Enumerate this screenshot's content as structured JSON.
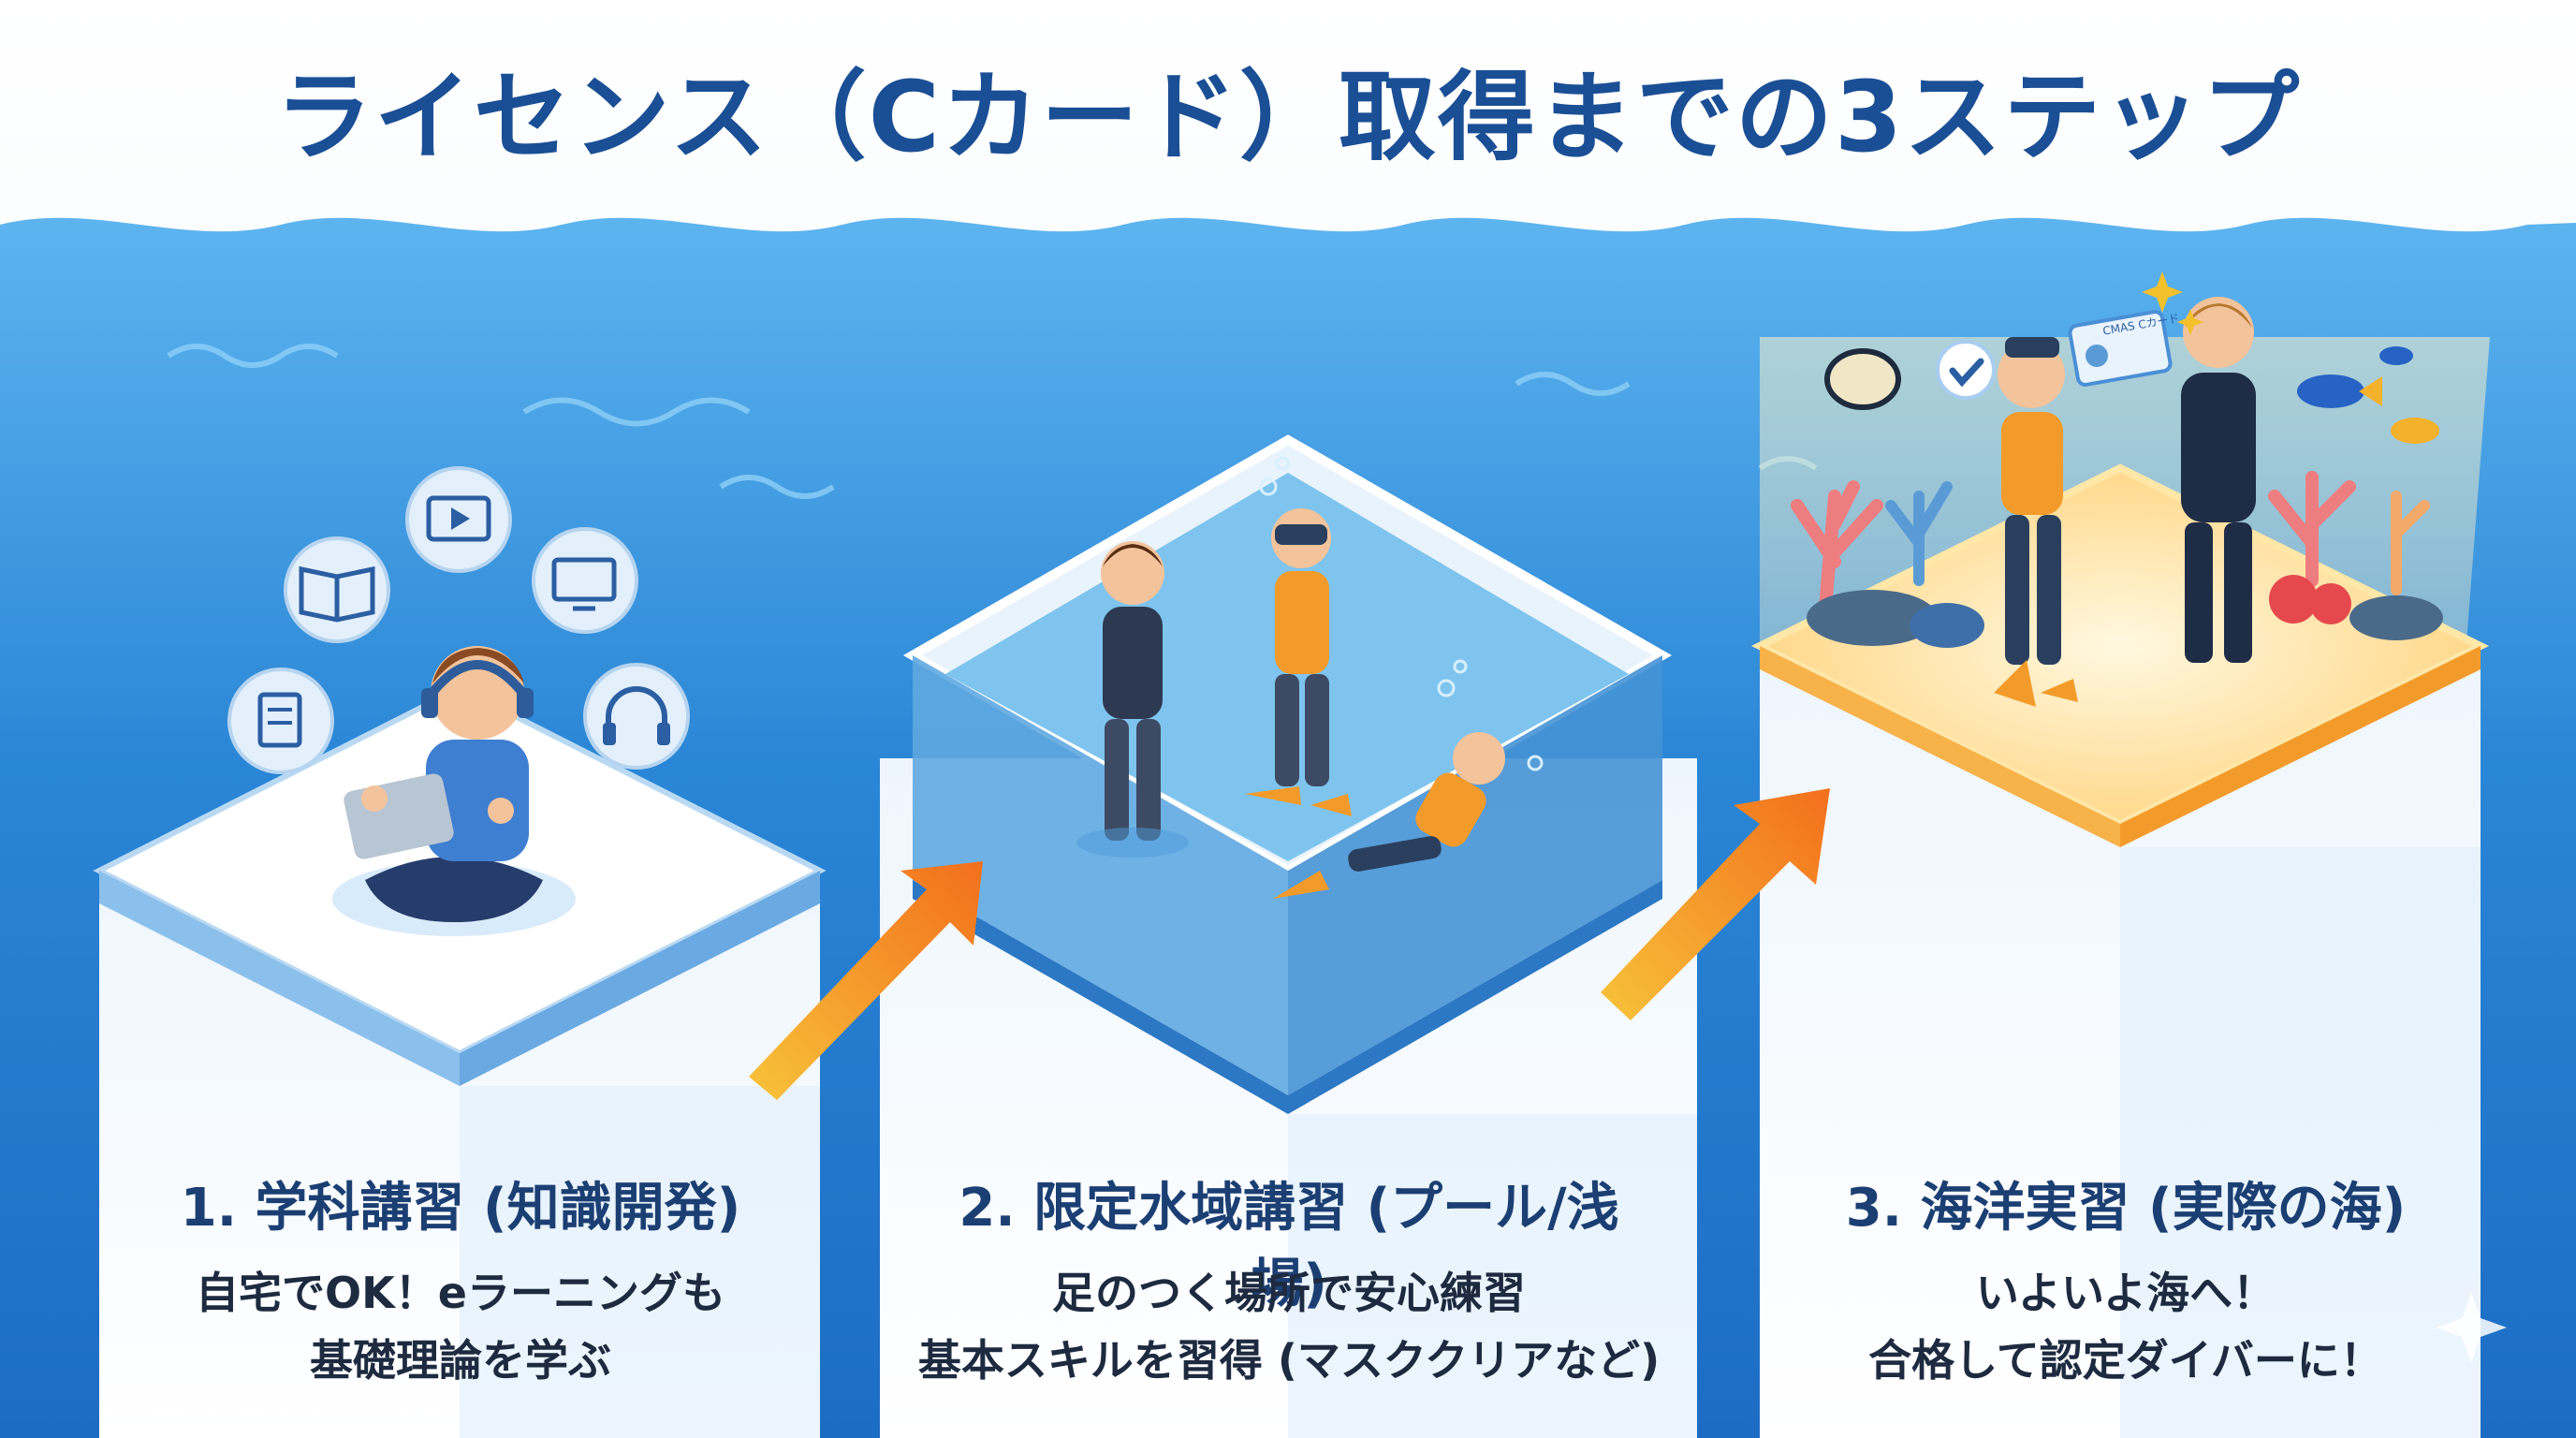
{
  "title": "ライセンス（Cカード）取得までの3ステップ",
  "steps": [
    {
      "heading": "1. 学科講習 (知識開発)",
      "lines": [
        "自宅でOK！eラーニングも",
        "基礎理論を学ぶ"
      ]
    },
    {
      "heading": "2. 限定水域講習 (プール/浅場)",
      "lines": [
        "足のつく場所で安心練習",
        "基本スキルを習得 (マスククリアなど)"
      ]
    },
    {
      "heading": "3. 海洋実習 (実際の海)",
      "lines": [
        "いよいよ海へ！",
        "合格して認定ダイバーに！"
      ]
    }
  ],
  "card_label": "CMAS Cカード",
  "colors": {
    "title": "#1a4f95",
    "sea": "#2f8bd7",
    "arrow": "#f5a623",
    "glow": "#ffd479"
  }
}
